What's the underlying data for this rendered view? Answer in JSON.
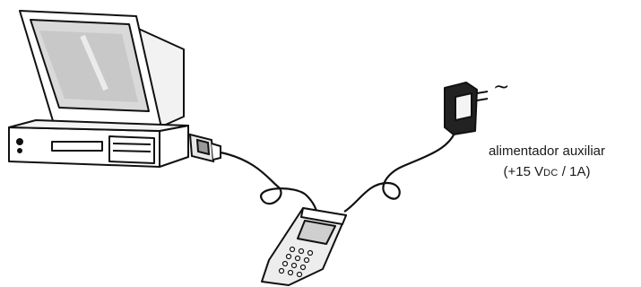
{
  "power_supply": {
    "label_line1": "alimentador auxiliar",
    "label_line2_prefix": "(+15 V",
    "label_line2_unit": "DC",
    "label_line2_suffix": " / 1A)",
    "ac_symbol": "~"
  }
}
